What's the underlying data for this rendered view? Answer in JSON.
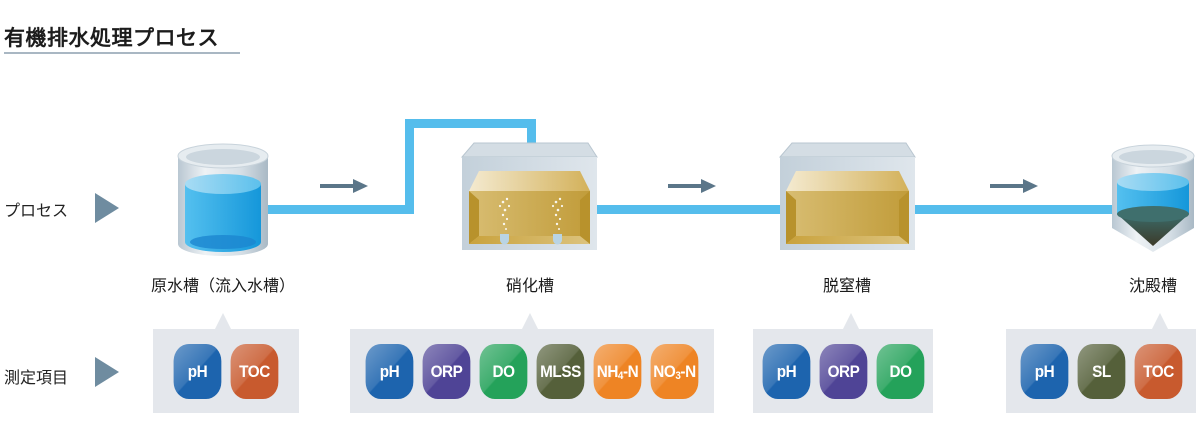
{
  "title": "有機排水処理プロセス",
  "rows": {
    "process_label": "プロセス",
    "measurement_label": "測定項目"
  },
  "tanks": [
    {
      "id": "raw",
      "label": "原水槽（流入水槽）",
      "type": "cylinder"
    },
    {
      "id": "nitrification",
      "label": "硝化槽",
      "type": "box-aerated"
    },
    {
      "id": "denitrification",
      "label": "脱窒槽",
      "type": "box"
    },
    {
      "id": "sedimentation",
      "label": "沈殿槽",
      "type": "cone-cylinder"
    }
  ],
  "flow_arrows": [
    "→",
    "→",
    "→"
  ],
  "measurements": [
    {
      "tank": "原水槽（流入水槽）",
      "items": [
        {
          "label": "pH",
          "color": "#1d64ae"
        },
        {
          "label": "TOC",
          "color": "#c85a2e"
        }
      ]
    },
    {
      "tank": "硝化槽",
      "items": [
        {
          "label": "pH",
          "color": "#1d64ae"
        },
        {
          "label": "ORP",
          "color": "#4f4496"
        },
        {
          "label": "DO",
          "color": "#24a25a"
        },
        {
          "label": "MLSS",
          "color": "#55603a"
        },
        {
          "label": "NH4-N",
          "main": "NH",
          "sub": "4",
          "tail": "-N",
          "color": "#ee8424"
        },
        {
          "label": "NO3-N",
          "main": "NO",
          "sub": "3",
          "tail": "-N",
          "color": "#ee8424"
        }
      ]
    },
    {
      "tank": "脱窒槽",
      "items": [
        {
          "label": "pH",
          "color": "#1d64ae"
        },
        {
          "label": "ORP",
          "color": "#4f4496"
        },
        {
          "label": "DO",
          "color": "#24a25a"
        }
      ]
    },
    {
      "tank": "沈殿槽",
      "items": [
        {
          "label": "pH",
          "color": "#1d64ae"
        },
        {
          "label": "SL",
          "color": "#55603a"
        },
        {
          "label": "TOC",
          "color": "#c85a2e"
        }
      ]
    }
  ],
  "colors": {
    "pipe": "#55bdec",
    "flow_arrow": "#5b7689",
    "row_arrow": "#6f8ca0",
    "panel_bg": "#e4e7ec",
    "water": "#2aa7e4",
    "sludge_liquid": "#c9a54a"
  }
}
